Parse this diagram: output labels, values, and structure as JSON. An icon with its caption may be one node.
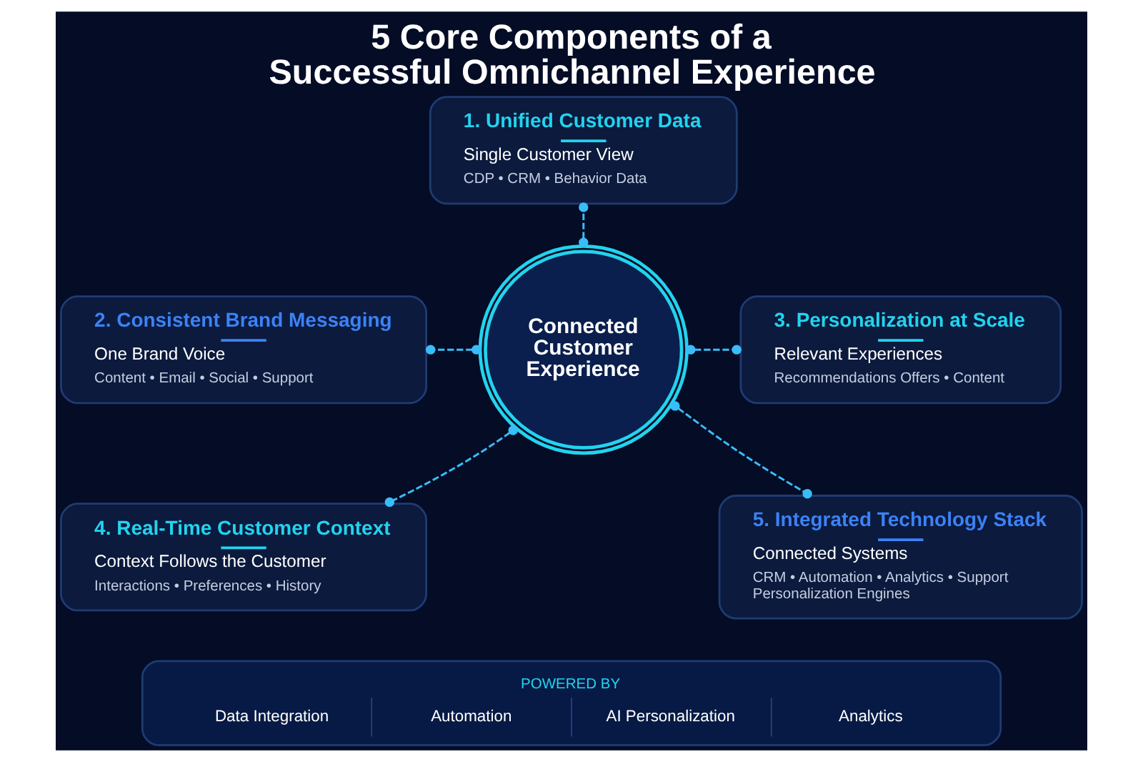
{
  "diagram": {
    "title": "5 Core Components of a Successful Omnichannel Experience",
    "nodes": [
      {
        "text": [
          "1. Unified Customer Data",
          "Single Customer View",
          "CDP • CRM • Behavior Data"
        ]
      },
      {
        "text": [
          "2. Consistent Brand Messaging",
          "One Brand Voice",
          "Content • Email • Social • Support"
        ]
      },
      {
        "text": [
          "Connected Customer Experience"
        ]
      },
      {
        "text": [
          "3. Personalization at Scale",
          "Relevant Experiences",
          "Recommendations Offers • Content"
        ]
      },
      {
        "text": [
          "4. Real-Time Customer Context",
          "Context Follows the Customer",
          "Interactions • Preferences • History"
        ]
      },
      {
        "text": [
          "5. Integrated Technology Stack",
          "Connected Systems",
          "CRM • Automation • Analytics • Support Personalization Engines"
        ]
      },
      {
        "text": [
          "POWERED BY",
          "Data Integration",
          "Automation",
          "AI Personalization",
          "Analytics"
        ]
      }
    ],
    "edges": [
      {
        "from": 2,
        "to": 0,
        "arrow": "other",
        "style": "dashed"
      },
      {
        "from": 2,
        "to": 1,
        "arrow": "other",
        "style": "dashed"
      },
      {
        "from": 2,
        "to": 3,
        "arrow": "other",
        "style": "dashed"
      },
      {
        "from": 2,
        "to": 4,
        "arrow": "other",
        "style": "dashed"
      },
      {
        "from": 2,
        "to": 5,
        "arrow": "other",
        "style": "dashed"
      }
    ]
  }
}
